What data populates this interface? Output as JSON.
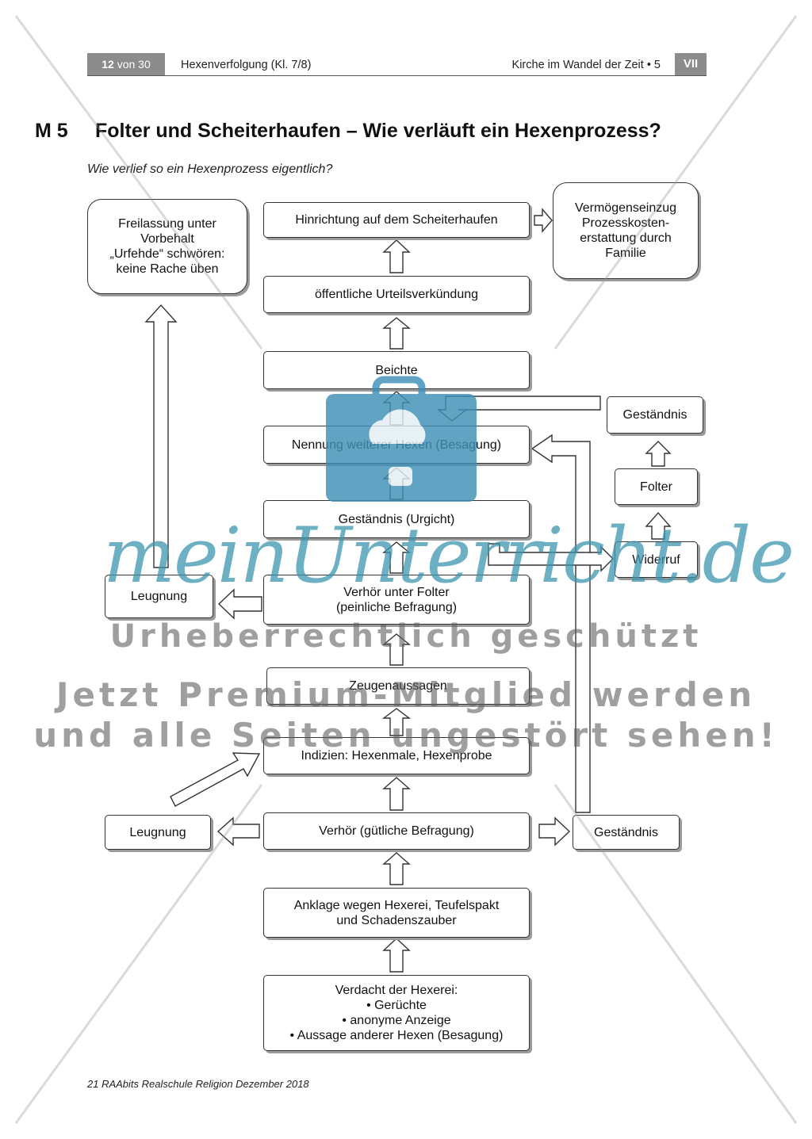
{
  "header": {
    "page_num": "12",
    "page_of": " von 30",
    "subject": "Hexenverfolgung (Kl. 7/8)",
    "right_text": "Kirche im Wandel der Zeit • 5",
    "volume": "VII"
  },
  "material": {
    "label": "M 5",
    "title": "Folter und Scheiterhaufen – Wie verläuft ein Hexenprozess?",
    "question": "Wie verlief so ein Hexenprozess eigentlich?"
  },
  "flow": {
    "release": "Freilassung unter\nVorbehalt\n„Urfehde“ schwören:\nkeine Rache üben",
    "execution": "Hinrichtung auf dem Scheiterhaufen",
    "confiscation": "Vermögenseinzug\nProzesskosten-\nerstattung durch\nFamilie",
    "verdict": "öffentliche Urteilsverkündung",
    "confession_priest": "Beichte",
    "confession_side": "Geständnis",
    "naming": "Nennung weiterer Hexen (Besagung)",
    "torture": "Folter",
    "urgicht": "Geständnis (Urgicht)",
    "recant": "Widerruf",
    "denial_top": "Leugnung",
    "torture_hearing": "Verhör unter Folter\n(peinliche Befragung)",
    "witnesses": "Zeugenaussagen",
    "evidence": "Indizien: Hexenmale, Hexenprobe",
    "denial_bottom": "Leugnung",
    "hearing": "Verhör (gütliche Befragung)",
    "confession_bottom": "Geständnis",
    "charge": "Anklage wegen Hexerei, Teufelspakt\nund Schadenszauber",
    "suspicion": "Verdacht der Hexerei:\n• Gerüchte\n• anonyme Anzeige\n• Aussage anderer Hexen (Besagung)"
  },
  "watermark": {
    "brand": "meinUnterricht.de",
    "line1": "Urheberrechtlich geschützt",
    "line2": "Jetzt Premium-Mitglied werden",
    "line3": "und alle Seiten ungestört sehen!"
  },
  "footer": {
    "text": "21 RAAbits Realschule Religion Dezember 2018"
  }
}
